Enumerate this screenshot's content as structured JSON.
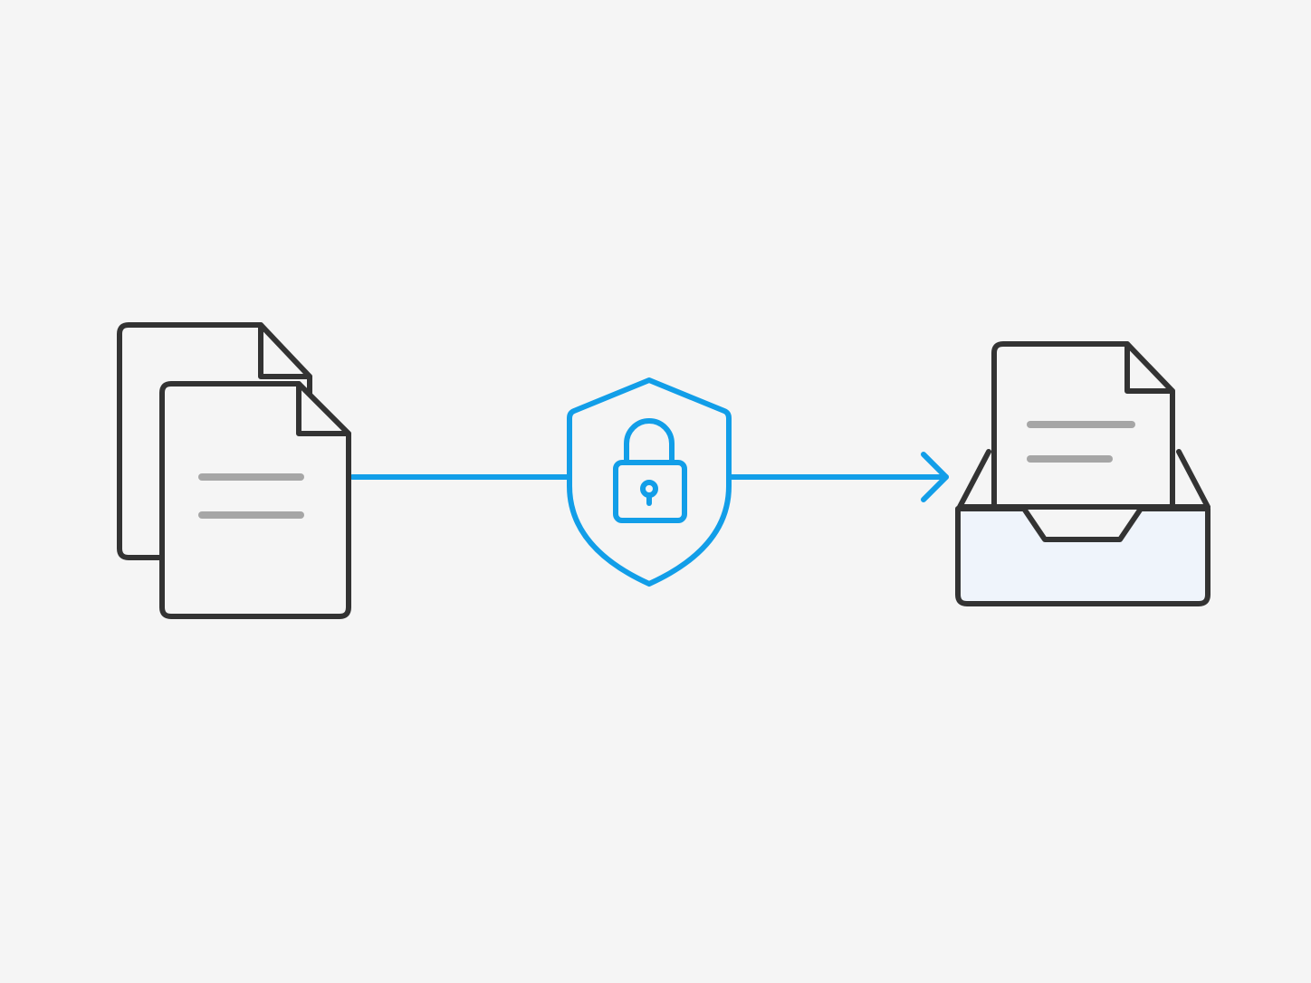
{
  "colors": {
    "background": "#f5f5f5",
    "stroke": "#333333",
    "accent": "#129ee8",
    "text_line": "#a6a6a6",
    "doc_fill": "#f5f5f5",
    "tray_fill": "#eff4fb"
  },
  "nodes": [
    {
      "id": "source-documents",
      "icon": "documents-icon"
    },
    {
      "id": "security-lock",
      "icon": "shield-lock-icon"
    },
    {
      "id": "destination-inbox",
      "icon": "inbox-tray-icon"
    }
  ],
  "edges": [
    {
      "from": "source-documents",
      "to": "security-lock",
      "arrowhead": false
    },
    {
      "from": "security-lock",
      "to": "destination-inbox",
      "arrowhead": true
    }
  ]
}
